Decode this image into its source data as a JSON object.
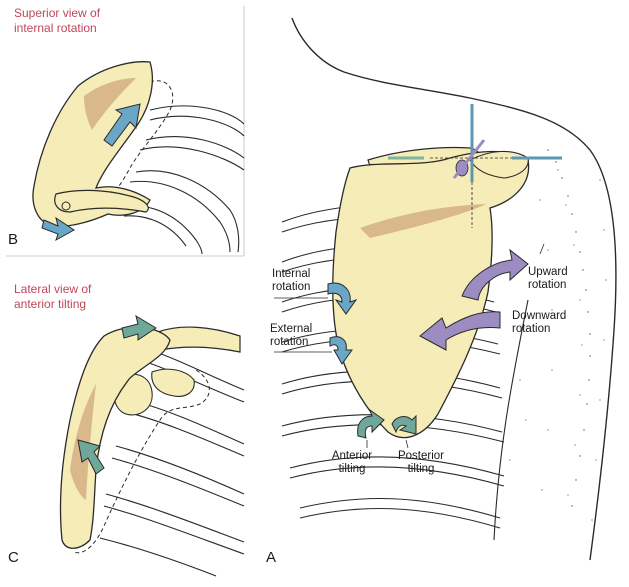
{
  "panels": {
    "b": {
      "caption_line1": "Superior view of",
      "caption_line2": "internal rotation",
      "letter": "B"
    },
    "c": {
      "caption_line1": "Lateral view of",
      "caption_line2": "anterior tilting",
      "letter": "C"
    },
    "a": {
      "letter": "A",
      "labels": {
        "internal_rotation_1": "Internal",
        "internal_rotation_2": "rotation",
        "external_rotation_1": "External",
        "external_rotation_2": "rotation",
        "upward_rotation_1": "Upward",
        "upward_rotation_2": "rotation",
        "downward_rotation_1": "Downward",
        "downward_rotation_2": "rotation",
        "anterior_tilting_1": "Anterior",
        "anterior_tilting_2": "tilting",
        "posterior_tilting_1": "Posterior",
        "posterior_tilting_2": "tilting"
      }
    }
  },
  "colors": {
    "bone": "#f5ecb8",
    "bone_shadow": "#d9b98a",
    "outline": "#2a2a2a",
    "caption_red": "#c0465a",
    "arrow_blue": "#6aa6c6",
    "arrow_teal": "#6fa89a",
    "arrow_purple": "#9d8cc2",
    "axis_blue": "#5d97b3",
    "axis_green": "#7fb59c"
  }
}
